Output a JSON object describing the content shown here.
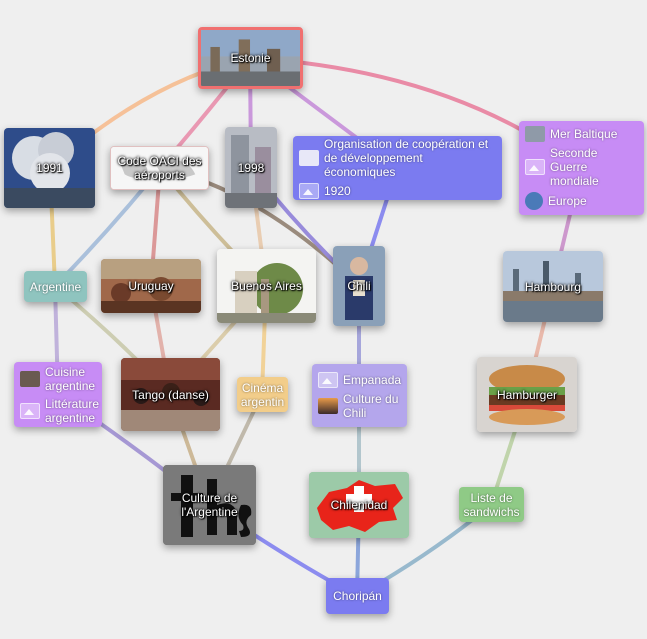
{
  "nodes": {
    "estonie": {
      "label": "Estonie"
    },
    "n1991": {
      "label": "1991"
    },
    "oaci": {
      "label": "Code OACI des aéroports"
    },
    "n1998": {
      "label": "1998"
    },
    "ocde": {
      "label": "Organisation de coopération et de développement économiques",
      "sub": "1920"
    },
    "mer": {
      "items": [
        "Mer Baltique",
        "Seconde Guerre mondiale",
        "Europe"
      ]
    },
    "argentine": {
      "label": "Argentine"
    },
    "uruguay": {
      "label": "Uruguay"
    },
    "buenos": {
      "label": "Buenos Aires"
    },
    "chili": {
      "label": "Chili"
    },
    "hambourg": {
      "label": "Hambourg"
    },
    "cuisine": {
      "items": [
        "Cuisine argentine",
        "Littérature argentine"
      ]
    },
    "tango": {
      "label": "Tango (danse)"
    },
    "cinema": {
      "label": "Cinéma argentin"
    },
    "empanada": {
      "items": [
        "Empanada",
        "Culture du Chili"
      ]
    },
    "hamburger": {
      "label": "Hamburger"
    },
    "culture": {
      "label": "Culture de l'Argentine"
    },
    "chilenidad": {
      "label": "Chilenidad"
    },
    "sandwichs": {
      "label": "Liste de sandwichs"
    },
    "choripan": {
      "label": "Choripán"
    }
  },
  "colors": {
    "selected_border": "#f07070",
    "purple": "#c78cf5",
    "blue": "#7b7bf0",
    "teal": "#8fc4bf",
    "orange": "#f2cd8a",
    "lavender": "#b4a6ec",
    "green": "#8fca86"
  }
}
